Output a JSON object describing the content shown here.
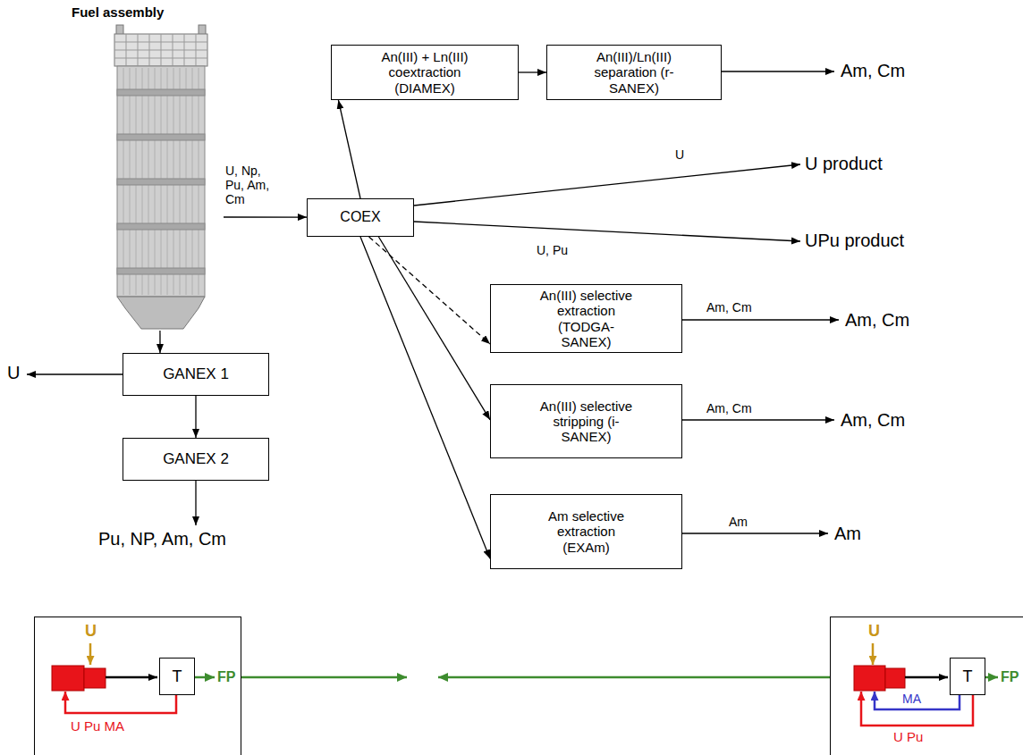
{
  "diagram": {
    "nodes": [
      {
        "text": [
          "Fuel assembly"
        ]
      },
      {
        "text": [
          "An(III) + Ln(III) coextraction (DIAMEX)"
        ]
      },
      {
        "text": [
          "An(III)/Ln(III) separation (r-SANEX)"
        ]
      },
      {
        "text": [
          "COEX"
        ]
      },
      {
        "text": [
          "GANEX 1"
        ]
      },
      {
        "text": [
          "GANEX 2"
        ]
      },
      {
        "text": [
          "An(III) selective extraction (TODGA-SANEX)"
        ]
      },
      {
        "text": [
          "An(III) selective stripping (i-SANEX)"
        ]
      },
      {
        "text": [
          "Am selective extraction (EXAm)"
        ]
      },
      {
        "text": [
          "U",
          "FP",
          "U Pu MA"
        ]
      },
      {
        "text": [
          "T"
        ],
        "in": 9
      },
      {
        "text": [
          "U",
          "FP",
          "MA",
          "U Pu"
        ]
      },
      {
        "text": [
          "T"
        ],
        "in": 11
      }
    ],
    "edges": [
      {
        "from": 0,
        "to": 3,
        "arrow": "to",
        "label": "U, Np, Pu, Am, Cm"
      },
      {
        "from": 0,
        "to": 4,
        "arrow": "to"
      },
      {
        "from": 3,
        "to": 1,
        "arrow": "to"
      },
      {
        "from": 1,
        "to": 2,
        "arrow": "to"
      },
      {
        "from": 4,
        "to": 5,
        "arrow": "to"
      },
      {
        "from": 3,
        "to": 6,
        "arrow": "to"
      },
      {
        "from": 3,
        "to": 7,
        "arrow": "to"
      },
      {
        "from": 3,
        "to": 8,
        "arrow": "to"
      }
    ],
    "labels": [
      "Am, Cm",
      "U",
      "U product",
      "U, Pu",
      "UPu product",
      "U",
      "Am, Cm",
      "Am, Cm",
      "Am, Cm",
      "Am, Cm",
      "Pu, NP, Am, Cm",
      "Am",
      "Am"
    ]
  }
}
